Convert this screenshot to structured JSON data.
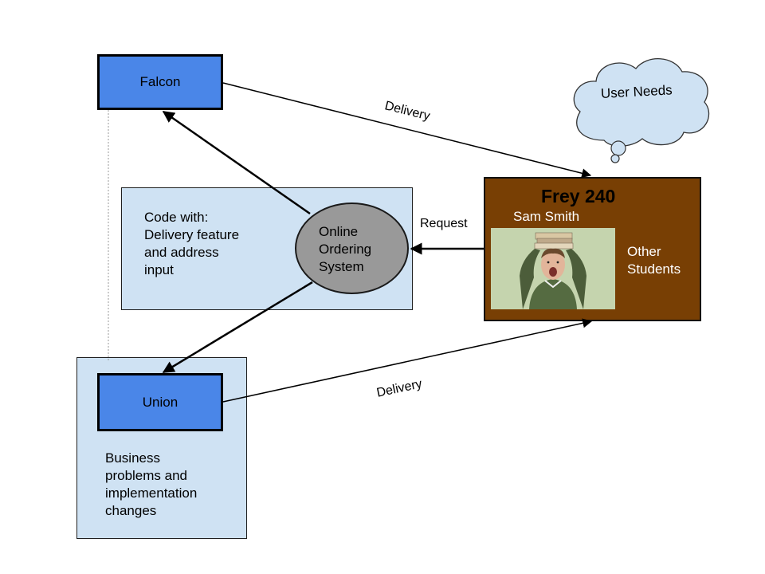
{
  "nodes": {
    "falcon": "Falcon",
    "union": "Union",
    "online_ordering": "Online\nOrdering\nSystem",
    "code_box": "Code with:\nDelivery feature\nand address\ninput",
    "union_box": "Business\nproblems and\nimplementation\nchanges",
    "frey_title": "Frey 240",
    "frey_person": "Sam Smith",
    "frey_others": "Other\nStudents",
    "cloud": "User Needs"
  },
  "edges": {
    "delivery_top": "Delivery",
    "delivery_bottom": "Delivery",
    "request": "Request"
  },
  "colors": {
    "light_blue": "#cfe2f3",
    "node_blue": "#4a86e8",
    "frey_brown": "#783f04",
    "oval_gray": "#999999",
    "cloud_fill": "#cfe2f3"
  },
  "icons": {
    "photo": "student-stressed-photo"
  }
}
